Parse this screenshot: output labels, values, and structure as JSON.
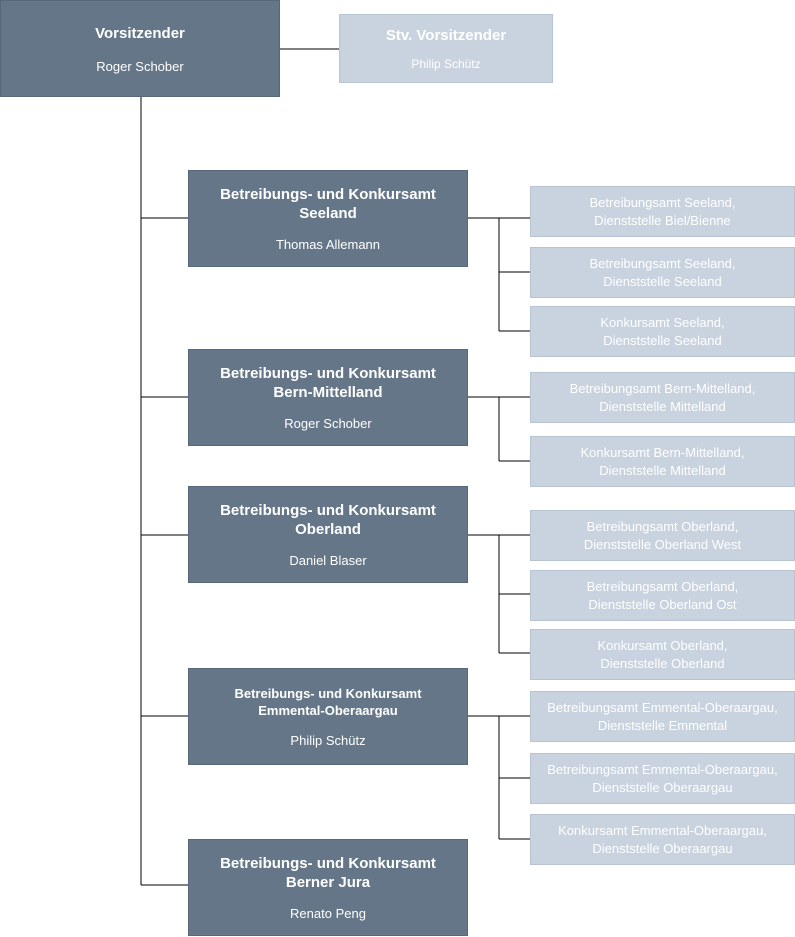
{
  "chair": {
    "title": "Vorsitzender",
    "person": "Roger Schober"
  },
  "deputy": {
    "title": "Stv. Vorsitzender",
    "person": "Philip Schütz"
  },
  "offices": [
    {
      "title": "Betreibungs- und Konkursamt\nSeeland",
      "person": "Thomas Allemann",
      "units": [
        "Betreibungsamt Seeland,\nDienststelle Biel/Bienne",
        "Betreibungsamt Seeland,\nDienststelle Seeland",
        "Konkursamt Seeland,\nDienststelle Seeland"
      ]
    },
    {
      "title": "Betreibungs- und Konkursamt\nBern-Mittelland",
      "person": "Roger Schober",
      "units": [
        "Betreibungsamt Bern-Mittelland,\nDienststelle Mittelland",
        "Konkursamt Bern-Mittelland,\nDienststelle Mittelland"
      ]
    },
    {
      "title": "Betreibungs- und Konkursamt\nOberland",
      "person": "Daniel Blaser",
      "units": [
        "Betreibungsamt Oberland,\nDienststelle Oberland West",
        "Betreibungsamt Oberland,\nDienststelle Oberland Ost",
        "Konkursamt Oberland,\nDienststelle Oberland"
      ]
    },
    {
      "title": "Betreibungs- und Konkursamt\nEmmental-Oberaargau",
      "person": "Philip Schütz",
      "units": [
        "Betreibungsamt Emmental-Oberaargau,\nDienststelle Emmental",
        "Betreibungsamt Emmental-Oberaargau,\nDienststelle Oberaargau",
        "Konkursamt Emmental-Oberaargau,\nDienststelle Oberaargau"
      ]
    },
    {
      "title": "Betreibungs- und Konkursamt\nBerner Jura",
      "person": "Renato Peng",
      "units": []
    }
  ]
}
